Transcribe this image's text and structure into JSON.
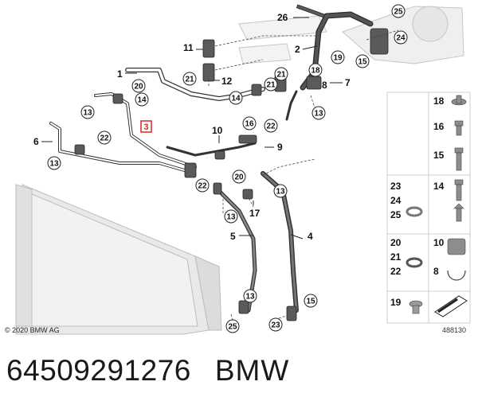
{
  "copyright": "© 2020 BMW AG",
  "drawing_number": "488130",
  "part_number": "64509291276",
  "brand": "BMW",
  "highlighted_callout": "3",
  "callouts": [
    "1",
    "2",
    "3",
    "4",
    "5",
    "6",
    "7",
    "8",
    "9",
    "10",
    "11",
    "12",
    "13",
    "14",
    "15",
    "16",
    "17",
    "18",
    "19",
    "20",
    "21",
    "22",
    "23",
    "24",
    "25",
    "26"
  ],
  "legend": {
    "rows": [
      "18",
      "16",
      "15",
      "23",
      "24",
      "25",
      "14",
      "20",
      "21",
      "22",
      "10",
      "8",
      "19"
    ]
  },
  "colors": {
    "highlight": "#d9262b",
    "line": "#222222",
    "ghost": "#c8c8c8"
  }
}
